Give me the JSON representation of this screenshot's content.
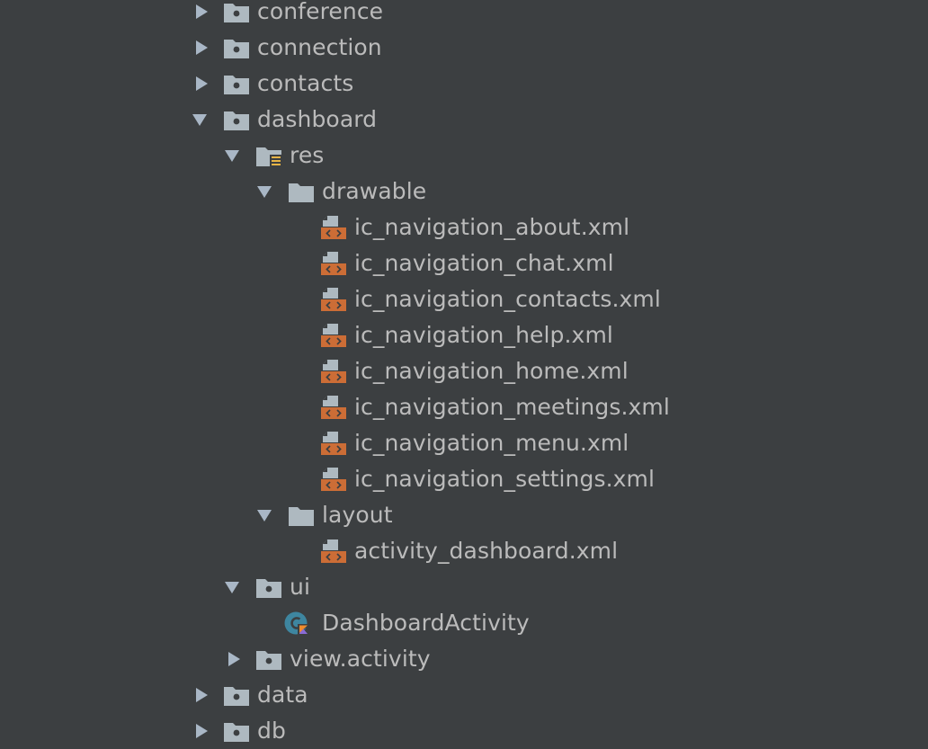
{
  "tree": [
    {
      "label": "conference",
      "icon": "package-folder-icon",
      "arrow": "collapsed",
      "depth": 0
    },
    {
      "label": "connection",
      "icon": "package-folder-icon",
      "arrow": "collapsed",
      "depth": 0
    },
    {
      "label": "contacts",
      "icon": "package-folder-icon",
      "arrow": "collapsed",
      "depth": 0
    },
    {
      "label": "dashboard",
      "icon": "package-folder-icon",
      "arrow": "expanded",
      "depth": 0
    },
    {
      "label": "res",
      "icon": "resource-folder-icon",
      "arrow": "expanded",
      "depth": 1
    },
    {
      "label": "drawable",
      "icon": "folder-icon",
      "arrow": "expanded",
      "depth": 2
    },
    {
      "label": "ic_navigation_about.xml",
      "icon": "xml-file-icon",
      "arrow": "none",
      "depth": 3
    },
    {
      "label": "ic_navigation_chat.xml",
      "icon": "xml-file-icon",
      "arrow": "none",
      "depth": 3
    },
    {
      "label": "ic_navigation_contacts.xml",
      "icon": "xml-file-icon",
      "arrow": "none",
      "depth": 3
    },
    {
      "label": "ic_navigation_help.xml",
      "icon": "xml-file-icon",
      "arrow": "none",
      "depth": 3
    },
    {
      "label": "ic_navigation_home.xml",
      "icon": "xml-file-icon",
      "arrow": "none",
      "depth": 3
    },
    {
      "label": "ic_navigation_meetings.xml",
      "icon": "xml-file-icon",
      "arrow": "none",
      "depth": 3
    },
    {
      "label": "ic_navigation_menu.xml",
      "icon": "xml-file-icon",
      "arrow": "none",
      "depth": 3
    },
    {
      "label": "ic_navigation_settings.xml",
      "icon": "xml-file-icon",
      "arrow": "none",
      "depth": 3
    },
    {
      "label": "layout",
      "icon": "folder-icon",
      "arrow": "expanded",
      "depth": 2
    },
    {
      "label": "activity_dashboard.xml",
      "icon": "xml-file-icon",
      "arrow": "none",
      "depth": 3
    },
    {
      "label": "ui",
      "icon": "package-folder-icon",
      "arrow": "expanded",
      "depth": 1
    },
    {
      "label": "DashboardActivity",
      "icon": "kotlin-class-icon",
      "arrow": "none",
      "depth": 2
    },
    {
      "label": "view.activity",
      "icon": "package-folder-icon",
      "arrow": "collapsed",
      "depth": 1
    },
    {
      "label": "data",
      "icon": "package-folder-icon",
      "arrow": "collapsed",
      "depth": 0
    },
    {
      "label": "db",
      "icon": "package-folder-icon",
      "arrow": "collapsed",
      "depth": 0
    }
  ],
  "colors": {
    "background": "#3c3f41",
    "text": "#bbbbbb",
    "folder": "#aeb9c0",
    "arrow": "#a9b7c6",
    "xml_accent": "#cc6d36",
    "class_circle": "#3e86a0"
  }
}
